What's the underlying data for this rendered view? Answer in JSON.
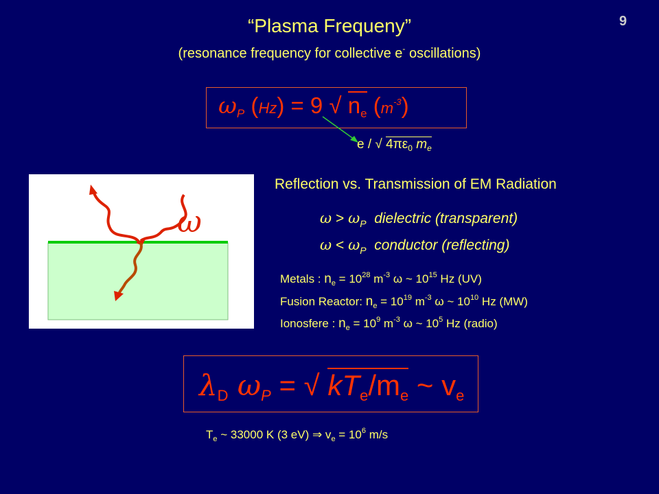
{
  "slide": {
    "title": "“Plasma Frequeny”",
    "subtitle_pre": "(resonance frequency for collective e",
    "subtitle_sup": "-",
    "subtitle_post": " oscillations)",
    "page_number": "9"
  },
  "formula_plasma": {
    "omega": "ω",
    "omega_sub": "P",
    "unit_open": " (",
    "unit_hz": "Hz",
    "equals": ") = 9 √ ",
    "n": "n",
    "n_sub": "e",
    "unit2_open": " (",
    "unit2": "m",
    "unit2_sup": "-3",
    "close": ")"
  },
  "formula_note": {
    "pre": "e / √ ",
    "radicand": "4πε",
    "eps_sub": "0",
    "m": " m",
    "m_sub": "e"
  },
  "reflection": {
    "heading": "Reflection vs. Transmission of EM Radiation",
    "figure_omega": "ω",
    "cond1_lhs": "ω",
    "cond1_op": " > ",
    "cond1_rhs": "ω",
    "cond1_rhs_sub": "P",
    "cond1_desc": "dielectric (transparent)",
    "cond2_lhs": "ω",
    "cond2_op": " < ",
    "cond2_rhs": "ω",
    "cond2_rhs_sub": "P",
    "cond2_desc": "conductor (reflecting)"
  },
  "examples": [
    {
      "label": "Metals : ",
      "n": "n",
      "n_sub": "e",
      "eq": " = 10",
      "exp": "28",
      "unit": " m",
      "unit_sup": "-3",
      "approx": "  ω ~ 10",
      "freq_exp": "15",
      "tail": " Hz (UV)"
    },
    {
      "label": "Fusion Reactor: ",
      "n": "n",
      "n_sub": "e",
      "eq": " = 10",
      "exp": "19",
      "unit": " m",
      "unit_sup": "-3",
      "approx": "  ω ~ 10",
      "freq_exp": "10",
      "tail": " Hz (MW)"
    },
    {
      "label": "Ionosfere : ",
      "n": "n",
      "n_sub": "e",
      "eq": " = 10",
      "exp": "9",
      "unit": " m",
      "unit_sup": "-3",
      "approx": "  ω ~ 10",
      "freq_exp": "5",
      "tail": " Hz (radio)"
    }
  ],
  "formula_debye": {
    "lambda": "λ",
    "lambda_sub": "D",
    "omega": " ω",
    "omega_sub": "P",
    "equals": " = √ ",
    "radicand_k": "kT",
    "radicand_t_sub": "e",
    "radicand_slash": "/m",
    "radicand_m_sub": "e",
    "approx": " ~ v",
    "v_sub": "e"
  },
  "bottom_note": {
    "t": "T",
    "t_sub": "e",
    "mid": " ~ 33000 K (3 eV) ⇒ v",
    "v_sub": "e",
    "eq": " = 10",
    "exp": "6",
    "tail": " m/s"
  },
  "colors": {
    "background": "#000066",
    "text_yellow": "#ffff66",
    "formula_red": "#ff3300",
    "box_border": "#e65b2a",
    "arrow_green": "#33cc33",
    "medium_fill": "#ccffcc",
    "medium_edge": "#00cc00"
  }
}
